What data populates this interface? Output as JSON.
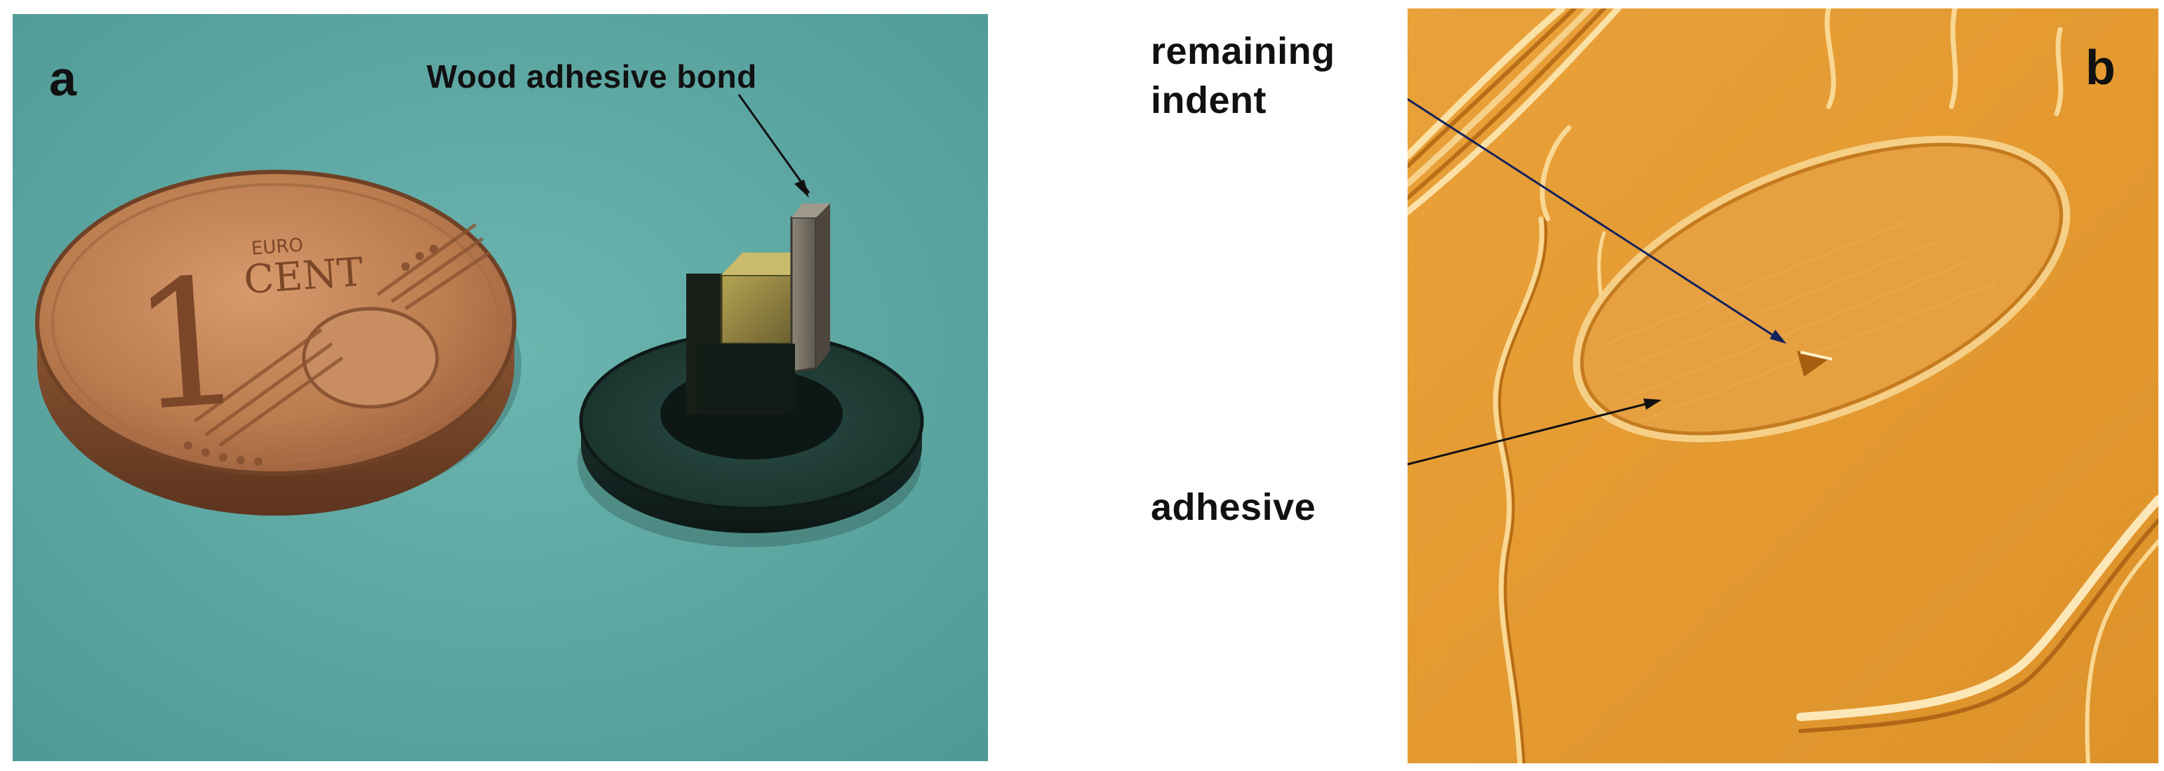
{
  "panels": {
    "a": {
      "letter": "a",
      "annotation": "Wood adhesive bond",
      "coin": {
        "denomination": "1",
        "unit": "CENT",
        "mint": "EURO"
      }
    },
    "b": {
      "letter": "b",
      "annotations": {
        "indent_line1": "remaining",
        "indent_line2": "indent",
        "adhesive": "adhesive"
      }
    }
  },
  "colors": {
    "panel_a_background": "#5fa9a5",
    "panel_b_background": "#e59a32",
    "coin_copper": "#b9784a",
    "holder_dark": "#1f3a34",
    "arrow_dark_blue": "#14225e",
    "label_text": "#111111"
  }
}
